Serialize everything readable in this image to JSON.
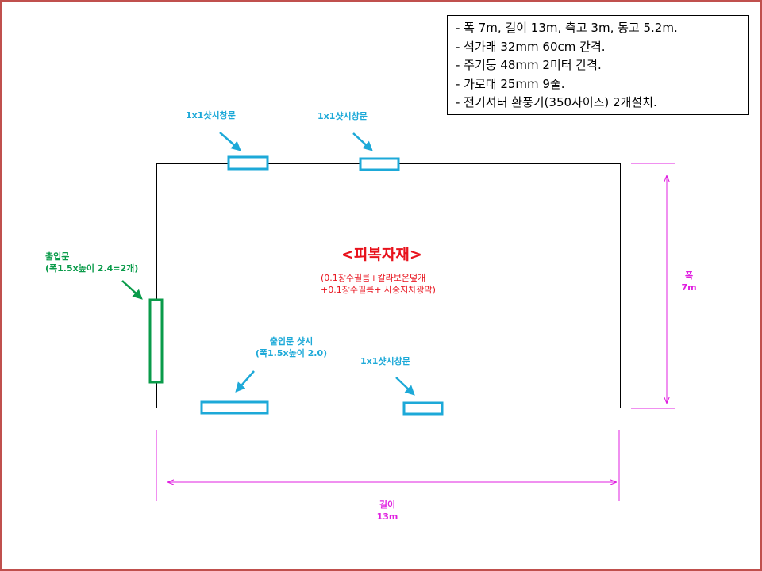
{
  "specs": [
    "- 폭 7m, 길이 13m, 측고 3m, 동고 5.2m.",
    "- 석가래 32mm 60cm 간격.",
    "- 주기둥 48mm 2미터 간격.",
    "- 가로대 25mm 9줄.",
    "- 전기셔터 환풍기(350사이즈) 2개설치."
  ],
  "windows": {
    "top_left": "1x1샷시창문",
    "top_right": "1x1샷시창문",
    "bottom_right": "1x1샷시창문"
  },
  "entrance": {
    "line1": "출입문",
    "line2": "(폭1.5x높이 2.4=2개)"
  },
  "entrance_sash": {
    "line1": "출입문 샷시",
    "line2": "(폭1.5x높이 2.0)"
  },
  "covering": {
    "title": "<피복자재>",
    "line1": "(0.1장수필름+칼라보온덮개",
    "line2": "+0.1장수필름+ 사중지차광막)"
  },
  "dimensions": {
    "width_label": "폭",
    "width_value": "7m",
    "length_label": "길이",
    "length_value": "13m"
  },
  "colors": {
    "frame": "#c0504d",
    "window": "#1da9d8",
    "door": "#0a9b4a",
    "dimension": "#e020e0",
    "covering": "#e8121c"
  }
}
